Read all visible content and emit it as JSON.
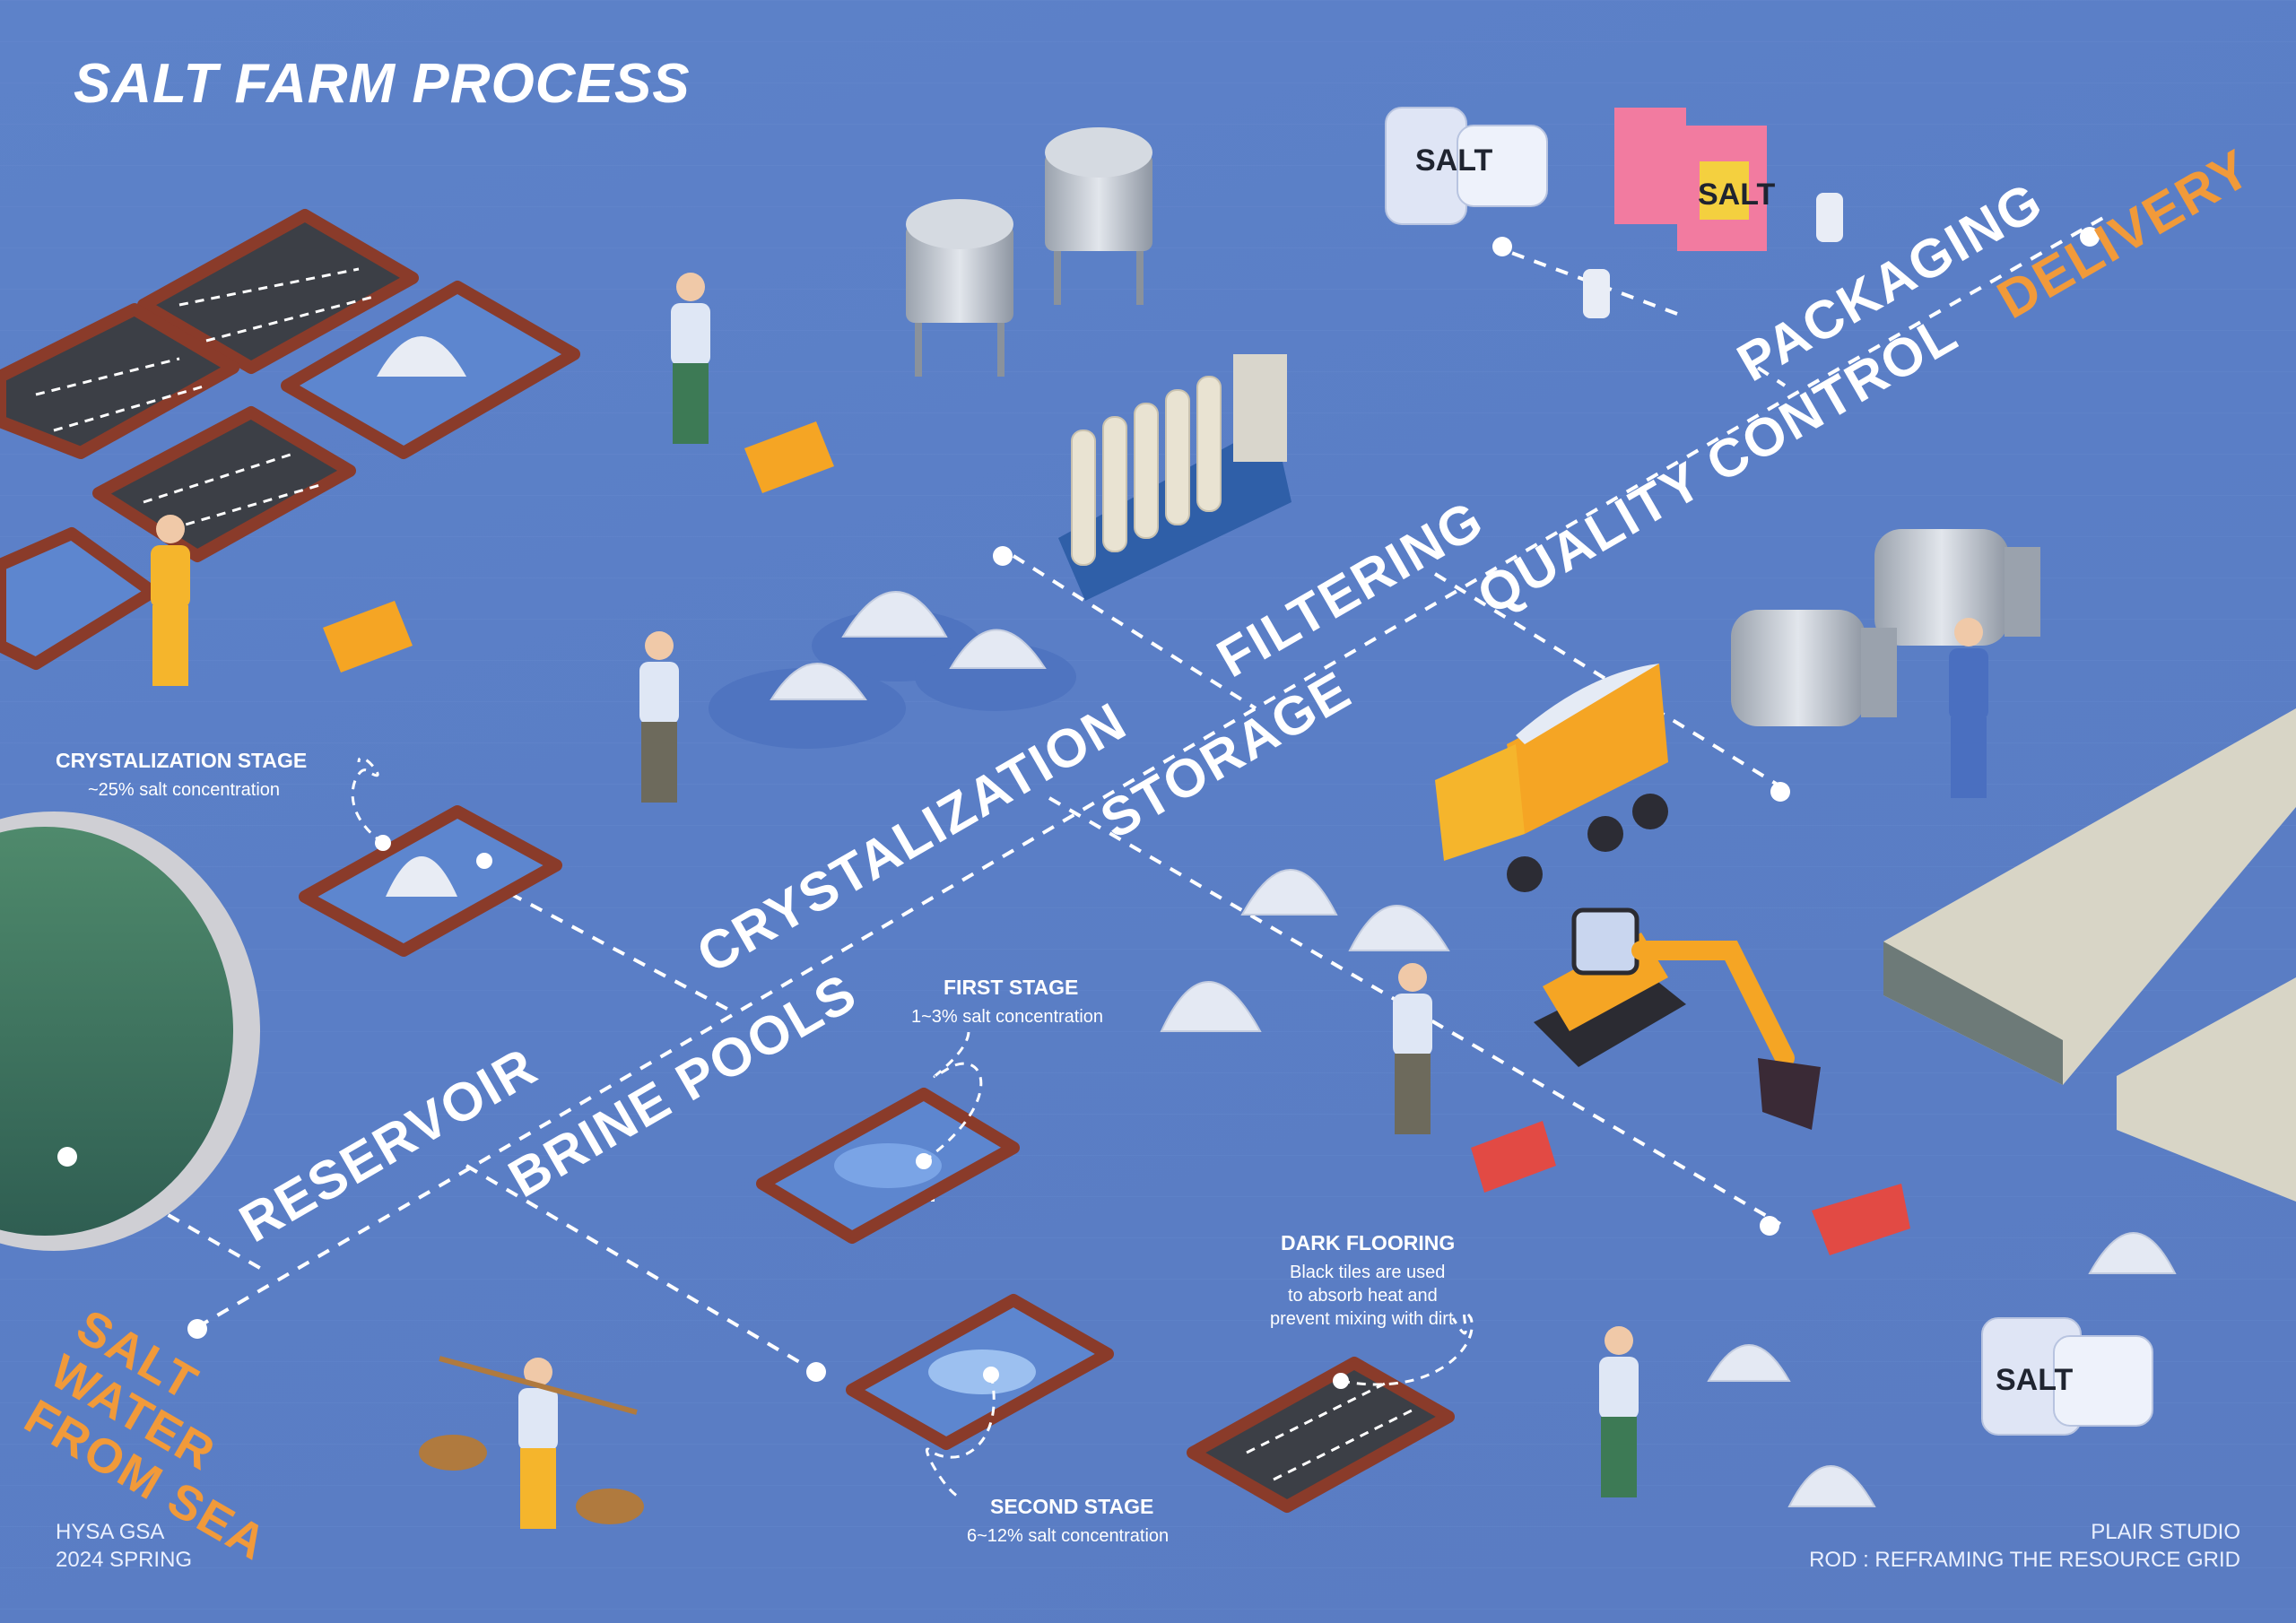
{
  "title": "SALT FARM PROCESS",
  "stages": {
    "salt_water": "SALT WATER FROM SEA",
    "reservoir": "RESERVOIR",
    "brine_pools": "BRINE POOLS",
    "crystalization": "CRYSTALIZATION",
    "storage": "STORAGE",
    "filtering": "FILTERING",
    "quality_control": "QUALITY CONTROL",
    "packaging": "PACKAGING",
    "delivery": "DELIVERY"
  },
  "annotations": {
    "crystalization_stage": {
      "title": "CRYSTALIZATION STAGE",
      "sub": "~25% salt concentration"
    },
    "first_stage": {
      "title": "FIRST STAGE",
      "sub": "1~3% salt concentration"
    },
    "second_stage": {
      "title": "SECOND STAGE",
      "sub": "6~12% salt concentration"
    },
    "dark_flooring": {
      "title": "DARK FLOORING",
      "sub_lines": [
        "Black tiles are used",
        "to absorb heat and",
        "prevent mixing with dirt"
      ]
    }
  },
  "bag_label": "SALT",
  "footer": {
    "left_line1": "HYSA GSA",
    "left_line2": "2024 SPRING",
    "right_line1": "PLAIR STUDIO",
    "right_line2": "ROD : REFRAMING THE RESOURCE GRID"
  },
  "colors": {
    "background": "#5b7fc6",
    "accent_orange": "#f19a3a",
    "text_white": "#ffffff",
    "pond_green": "#3f7a5f"
  }
}
